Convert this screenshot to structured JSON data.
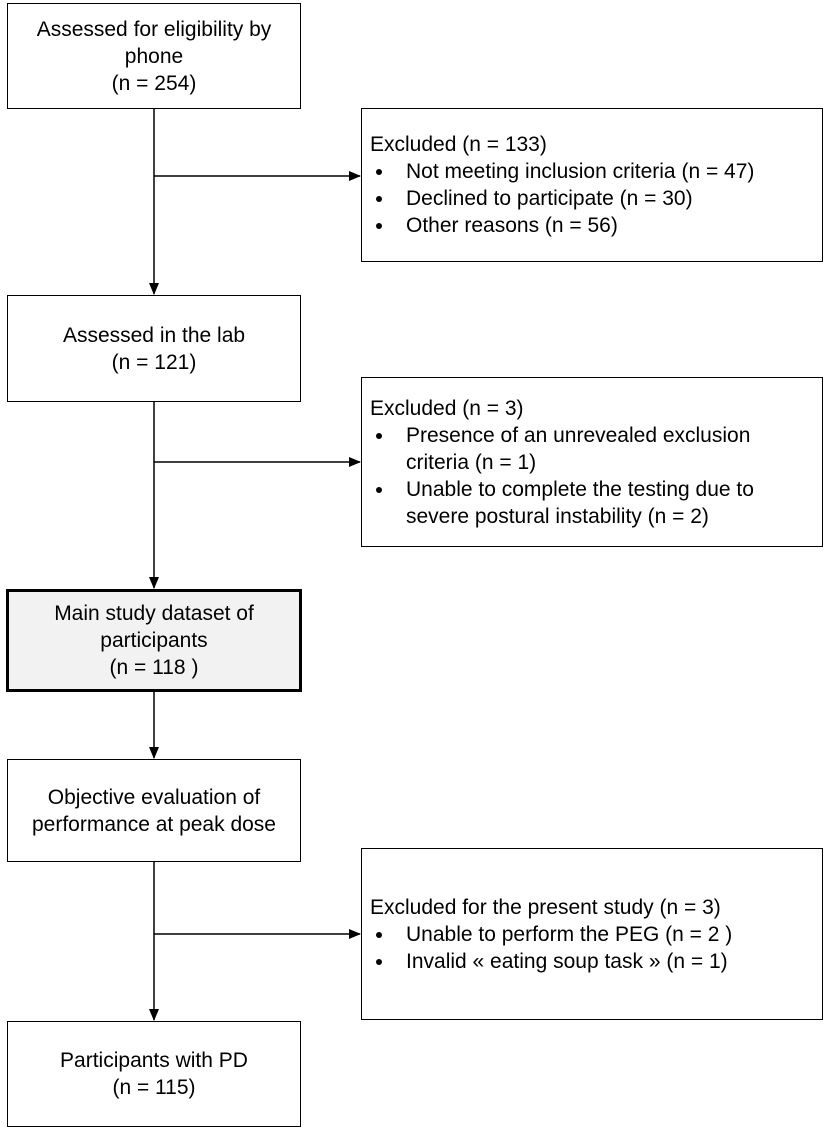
{
  "boxes": {
    "phone": {
      "lines": [
        "Assessed for eligibility by",
        "phone",
        "(n = 254)"
      ]
    },
    "lab": {
      "lines": [
        "Assessed in the lab",
        "(n = 121)"
      ]
    },
    "main_dataset": {
      "lines": [
        "Main study dataset of",
        "participants",
        "(n = 118 )"
      ]
    },
    "objective": {
      "lines": [
        "Objective evaluation of",
        "performance at peak dose"
      ]
    },
    "final": {
      "lines": [
        "Participants with PD",
        "(n = 115)"
      ]
    }
  },
  "exclusions": {
    "first": {
      "title": "Excluded (n = 133)",
      "items": [
        "Not meeting inclusion criteria (n = 47)",
        "Declined to participate  (n = 30)",
        "Other reasons  (n = 56)"
      ]
    },
    "second": {
      "title": "Excluded (n = 3)",
      "items": [
        "Presence of an unrevealed exclusion criteria (n = 1)",
        "Unable to complete the testing due to severe postural instability (n = 2)"
      ]
    },
    "third": {
      "title": "Excluded for the present study (n = 3)",
      "items": [
        "Unable to perform the PEG (n = 2 )",
        "Invalid « eating soup task » (n = 1)"
      ]
    }
  }
}
